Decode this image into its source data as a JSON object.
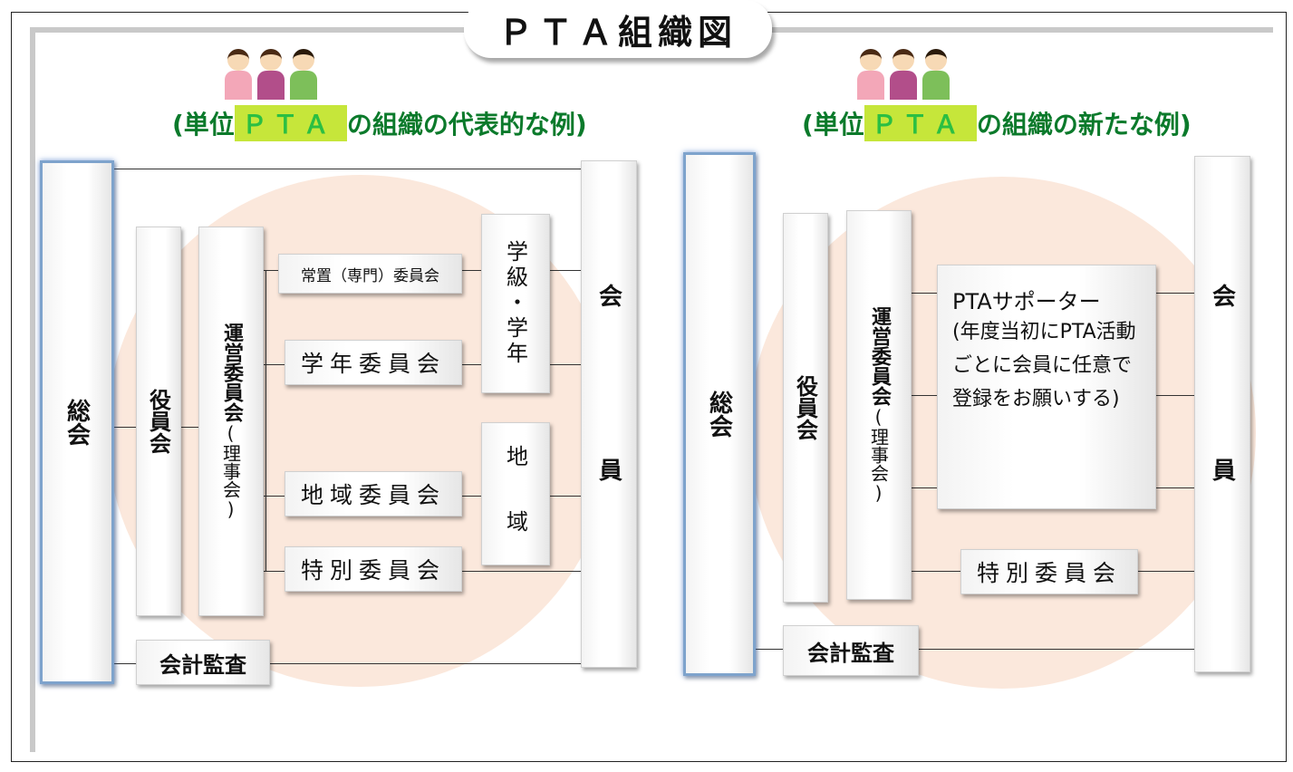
{
  "title": "ＰＴＡ組織図",
  "left": {
    "subtitle_pre": "(単位",
    "subtitle_pta": "ＰＴＡ",
    "subtitle_post": "の組織の代表的な例)",
    "soukai": "総会",
    "yakuinkai": "役員会",
    "uneikai_main": "運営委員会",
    "uneikai_paren": "(理事会)",
    "kaiin": "会　員",
    "jochi": "常置（専門）委員会",
    "gakunen": "学年委員会",
    "chiiki": "地域委員会",
    "tokubetsu": "特別委員会",
    "gakkyu": "学級・学年",
    "chiiki_group": "地　域",
    "kansa": "会計監査"
  },
  "right": {
    "subtitle_pre": "(単位",
    "subtitle_pta": "ＰＴＡ",
    "subtitle_post": "の組織の新たな例)",
    "soukai": "総会",
    "yakuinkai": "役員会",
    "uneikai_main": "運営委員会",
    "uneikai_paren": "(理事会)",
    "kaiin": "会　員",
    "supporter_title": "PTAサポーター",
    "supporter_desc": "(年度当初にPTA活動ごとに会員に任意で登録をお願いする)",
    "tokubetsu": "特別委員会",
    "kansa": "会計監査"
  },
  "colors": {
    "accent_green": "#0b7a2b",
    "highlight": "#c6e63a",
    "circle_fill": "#fbe8dc",
    "blue_glow": "#7ea3cc"
  }
}
